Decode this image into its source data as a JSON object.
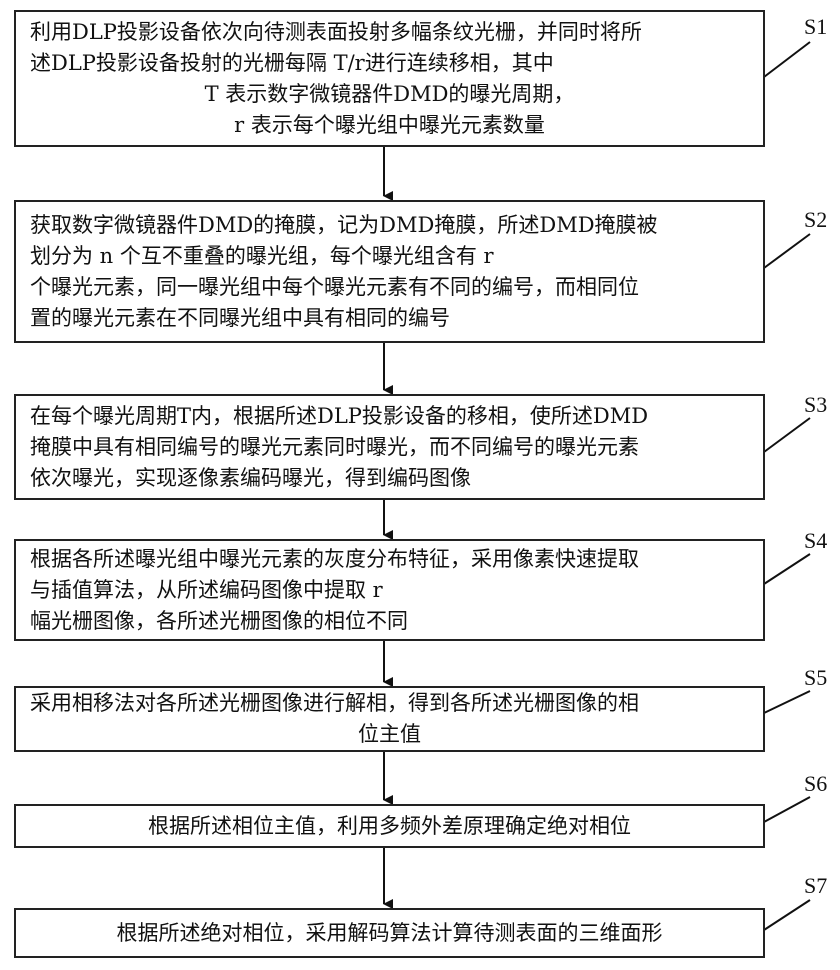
{
  "steps": [
    {
      "id": "S1",
      "lines": [
        "利用DLP投影设备依次向待测表面投射多幅条纹光栅，并同时将所",
        "述DLP投影设备投射的光栅每隔  T/r进行连续移相，其中",
        "T 表示数字微镜器件DMD的曝光周期，",
        "r 表示每个曝光组中曝光元素数量"
      ]
    },
    {
      "id": "S2",
      "lines": [
        "获取数字微镜器件DMD的掩膜，记为DMD掩膜，所述DMD掩膜被",
        "划分为  n 个互不重叠的曝光组，每个曝光组含有 r",
        "个曝光元素，同一曝光组中每个曝光元素有不同的编号，而相同位",
        "置的曝光元素在不同曝光组中具有相同的编号"
      ]
    },
    {
      "id": "S3",
      "lines": [
        "在每个曝光周期T内，根据所述DLP投影设备的移相，使所述DMD",
        "掩膜中具有相同编号的曝光元素同时曝光，而不同编号的曝光元素",
        "依次曝光，实现逐像素编码曝光，得到编码图像"
      ]
    },
    {
      "id": "S4",
      "lines": [
        "根据各所述曝光组中曝光元素的灰度分布特征，采用像素快速提取",
        "与插值算法，从所述编码图像中提取 r",
        "幅光栅图像，各所述光栅图像的相位不同"
      ]
    },
    {
      "id": "S5",
      "lines": [
        "采用相移法对各所述光栅图像进行解相，得到各所述光栅图像的相",
        "位主值"
      ]
    },
    {
      "id": "S6",
      "lines": [
        "根据所述相位主值，利用多频外差原理确定绝对相位"
      ]
    },
    {
      "id": "S7",
      "lines": [
        "根据所述绝对相位，采用解码算法计算待测表面的三维面形"
      ]
    }
  ]
}
